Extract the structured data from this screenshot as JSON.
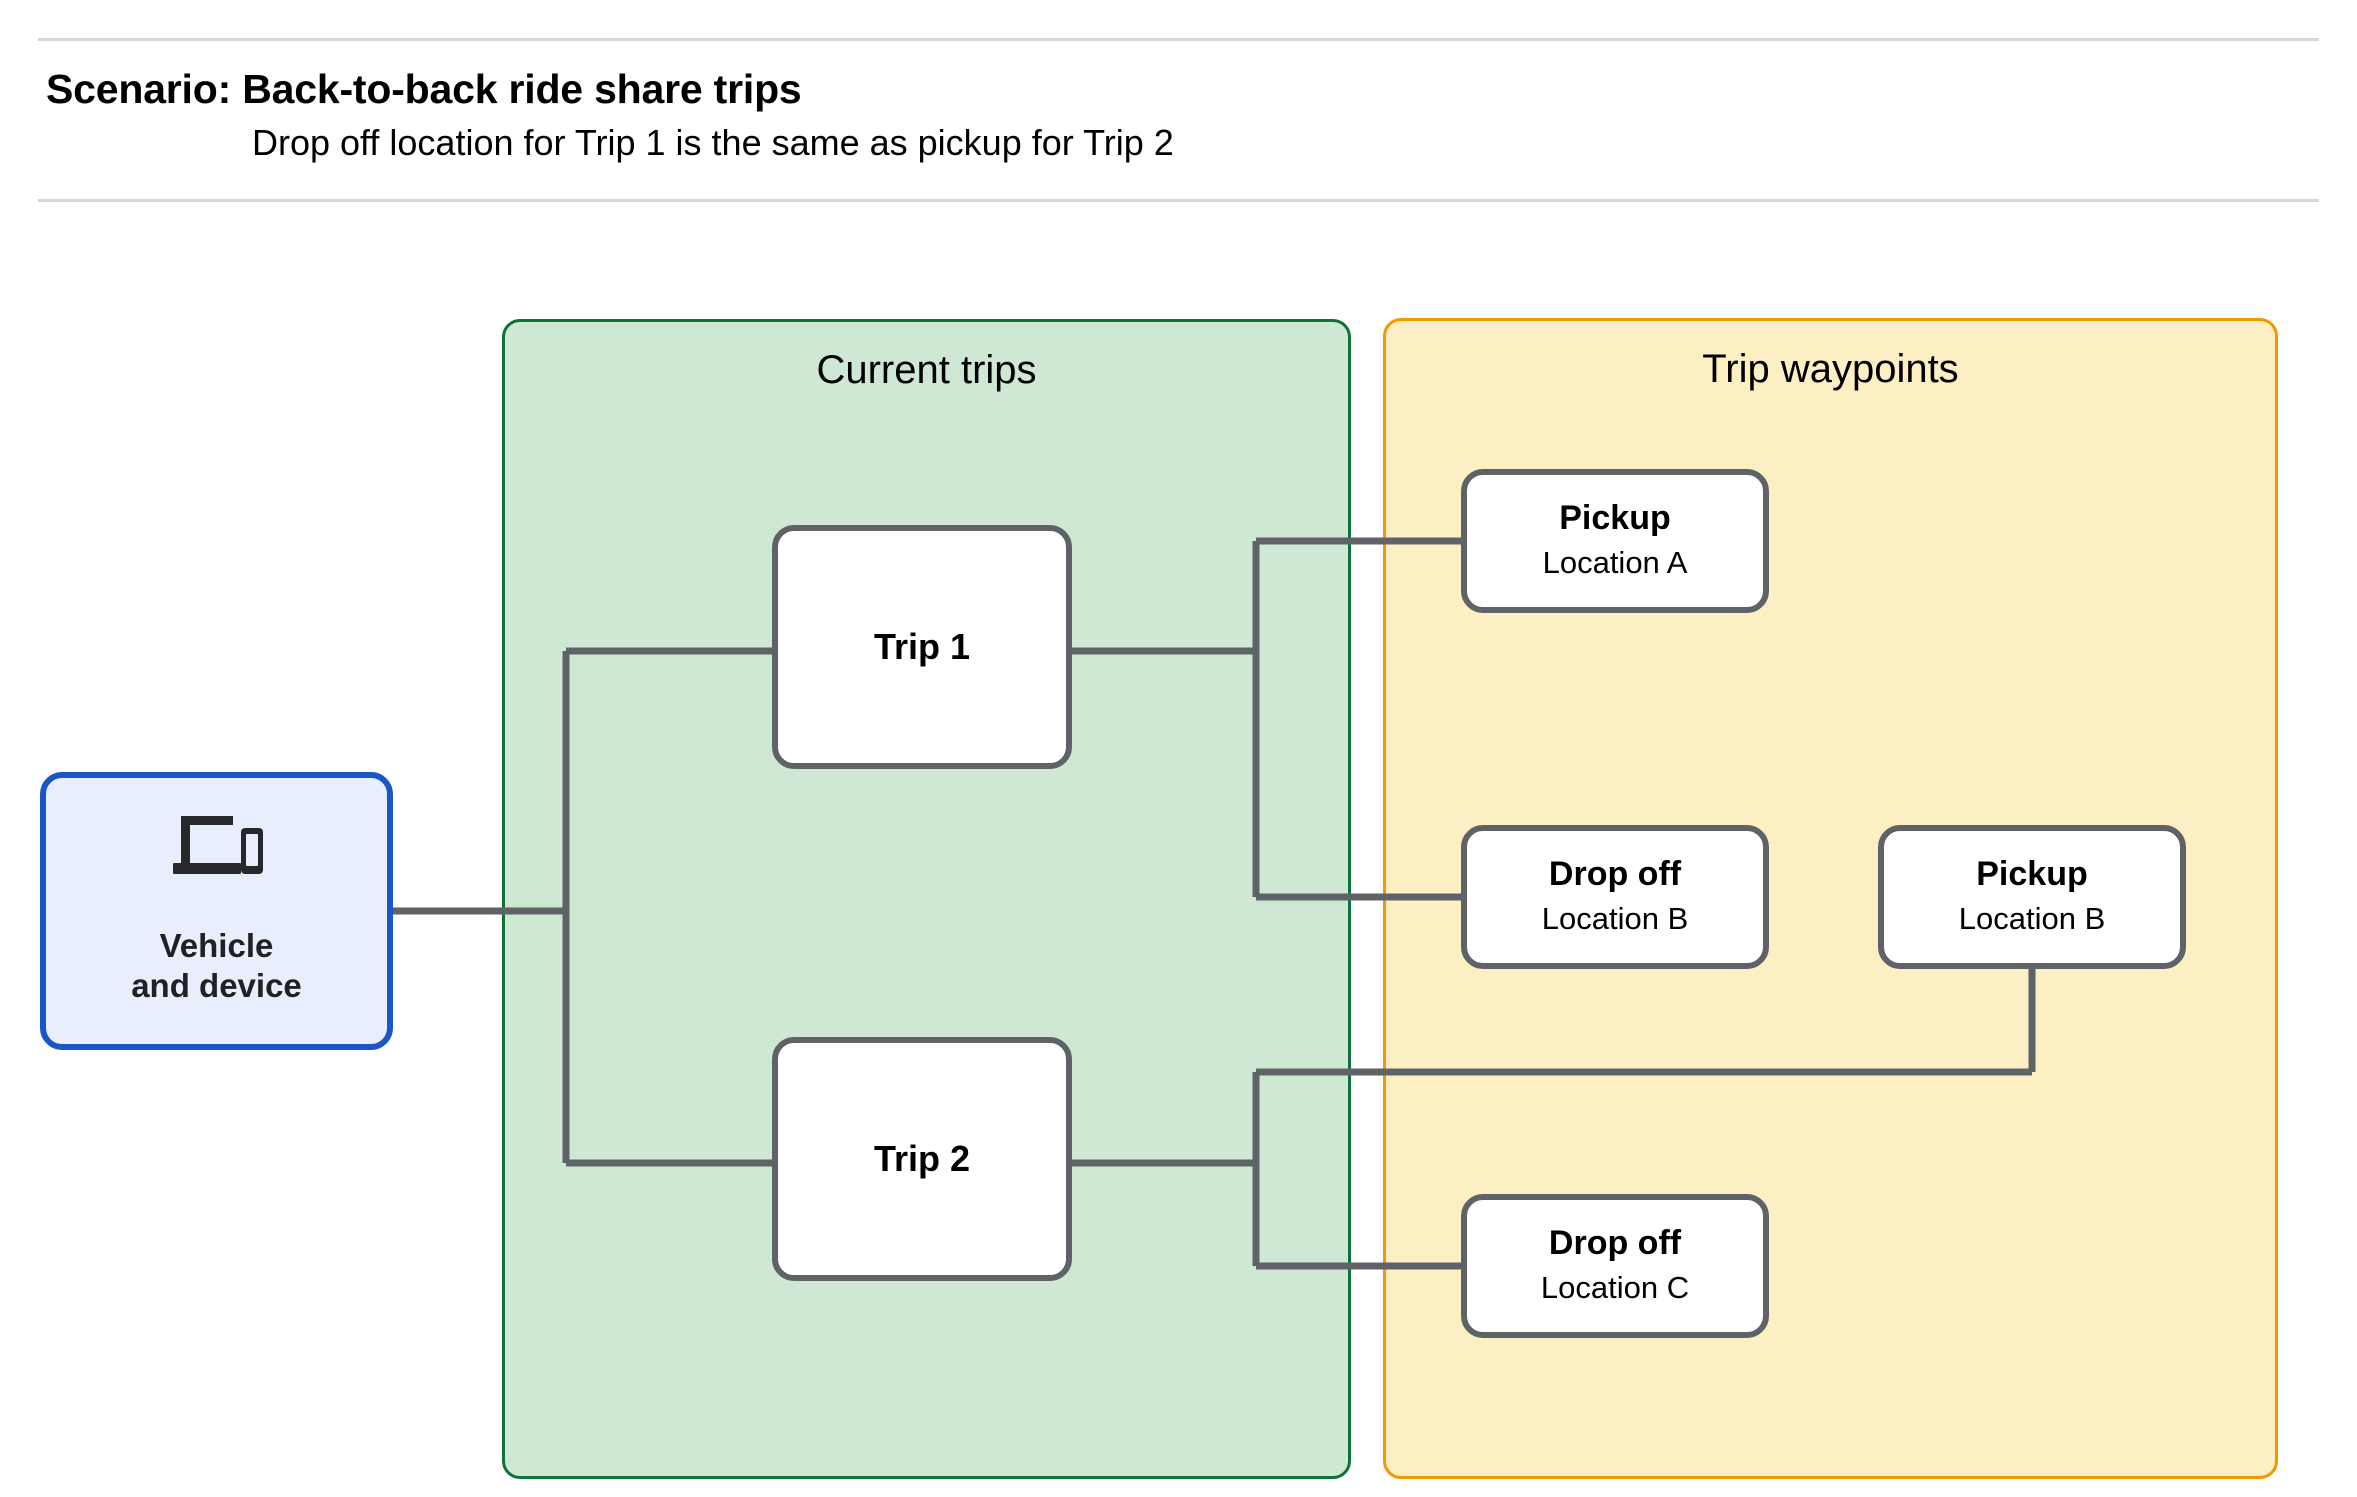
{
  "header": {
    "title": "Scenario: Back-to-back ride share trips",
    "subtitle": "Drop off  location for Trip 1 is the same as pickup for Trip 2"
  },
  "vehicle": {
    "label": "Vehicle\nand device",
    "icon": "devices-icon",
    "fill": "#e8eefc",
    "border": "#1a56c4"
  },
  "groups": {
    "current_trips": {
      "title": "Current trips",
      "fill": "#cee8d4",
      "border": "#0f7237"
    },
    "trip_waypoints": {
      "title": "Trip waypoints",
      "fill": "#fcefc3",
      "border": "#f29900"
    }
  },
  "trips": [
    {
      "label": "Trip 1"
    },
    {
      "label": "Trip 2"
    }
  ],
  "waypoints": [
    {
      "type": "Pickup",
      "location": "Location A"
    },
    {
      "type": "Drop off",
      "location": "Location B"
    },
    {
      "type": "Pickup",
      "location": "Location B"
    },
    {
      "type": "Drop off",
      "location": "Location C"
    }
  ],
  "colors": {
    "connector": "#5f6368",
    "card_border": "#5f6368",
    "card_fill": "#ffffff",
    "rule": "#d6d6d6",
    "text": "#000000"
  }
}
